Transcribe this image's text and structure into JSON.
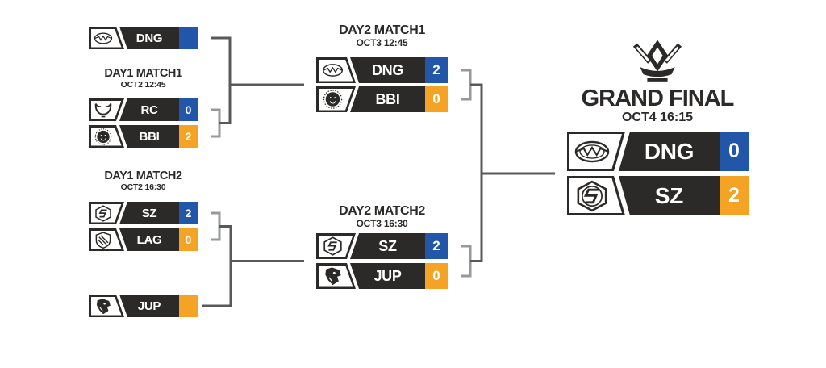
{
  "colors": {
    "bar_dark": "#2b2a29",
    "score_blue": "#2156a8",
    "score_orange": "#f5a324",
    "connector_dark": "#58595b",
    "connector_light": "#96989a",
    "background": "#ffffff"
  },
  "round1": {
    "seed_top": {
      "team": "DNG",
      "icon": "dng-logo",
      "score": "",
      "score_color": "#2156a8"
    },
    "match1": {
      "title": "DAY1 MATCH1",
      "datetime": "OCT2 12:45",
      "teams": [
        {
          "name": "RC",
          "icon": "rc-logo",
          "score": "0",
          "score_color": "#2156a8"
        },
        {
          "name": "BBI",
          "icon": "bbi-logo",
          "score": "2",
          "score_color": "#f5a324"
        }
      ]
    },
    "match2": {
      "title": "DAY1 MATCH2",
      "datetime": "OCT2 16:30",
      "teams": [
        {
          "name": "SZ",
          "icon": "sz-logo",
          "score": "2",
          "score_color": "#2156a8"
        },
        {
          "name": "LAG",
          "icon": "lag-logo",
          "score": "0",
          "score_color": "#f5a324"
        }
      ]
    },
    "seed_bottom": {
      "team": "JUP",
      "icon": "jup-logo",
      "score": "",
      "score_color": "#f5a324"
    }
  },
  "round2": {
    "match1": {
      "title": "DAY2 MATCH1",
      "datetime": "OCT3 12:45",
      "teams": [
        {
          "name": "DNG",
          "icon": "dng-logo",
          "score": "2",
          "score_color": "#2156a8"
        },
        {
          "name": "BBI",
          "icon": "bbi-logo",
          "score": "0",
          "score_color": "#f5a324"
        }
      ]
    },
    "match2": {
      "title": "DAY2 MATCH2",
      "datetime": "OCT3 16:30",
      "teams": [
        {
          "name": "SZ",
          "icon": "sz-logo",
          "score": "2",
          "score_color": "#2156a8"
        },
        {
          "name": "JUP",
          "icon": "jup-logo",
          "score": "0",
          "score_color": "#f5a324"
        }
      ]
    }
  },
  "grand_final": {
    "title": "GRAND FINAL",
    "datetime": "OCT4 16:15",
    "crown_icon": "crown-icon",
    "teams": [
      {
        "name": "DNG",
        "icon": "dng-logo",
        "score": "0",
        "score_color": "#2156a8"
      },
      {
        "name": "SZ",
        "icon": "sz-logo",
        "score": "2",
        "score_color": "#f5a324"
      }
    ]
  }
}
